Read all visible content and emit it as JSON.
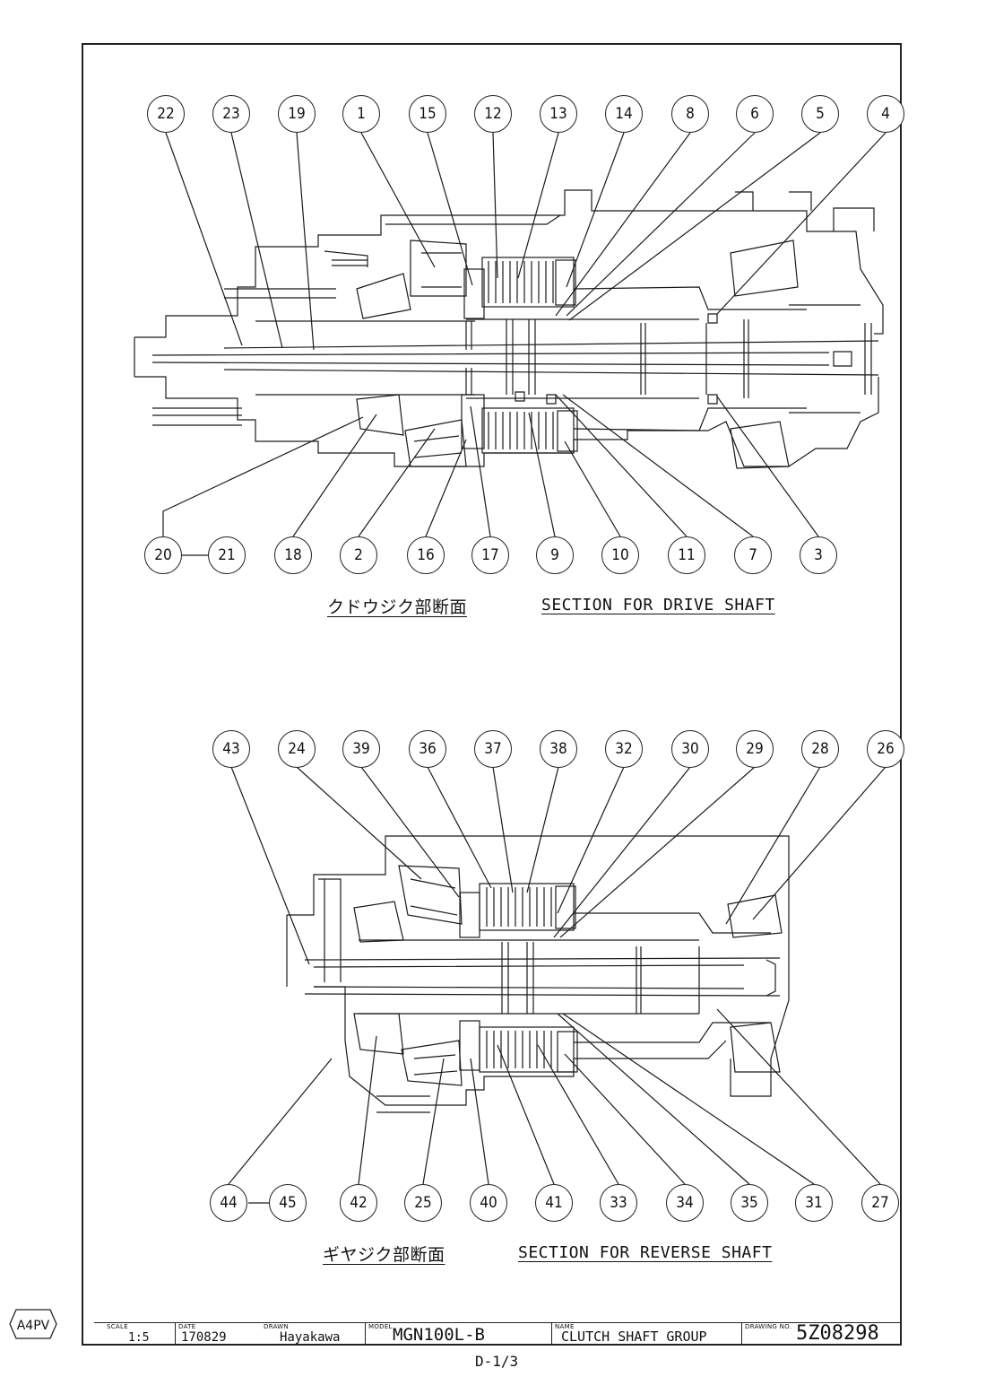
{
  "upper_section": {
    "caption_ja": "クドウジク部断面",
    "caption_en": "SECTION FOR DRIVE SHAFT",
    "balloons_top": [
      "22",
      "23",
      "19",
      "1",
      "15",
      "12",
      "13",
      "14",
      "8",
      "6",
      "5",
      "4"
    ],
    "balloons_bottom": [
      "20",
      "21",
      "18",
      "2",
      "16",
      "17",
      "9",
      "10",
      "11",
      "7",
      "3"
    ]
  },
  "lower_section": {
    "caption_ja": "ギヤジク部断面",
    "caption_en": "SECTION FOR REVERSE SHAFT",
    "balloons_top": [
      "43",
      "24",
      "39",
      "36",
      "37",
      "38",
      "32",
      "30",
      "29",
      "28",
      "26"
    ],
    "balloons_bottom": [
      "44",
      "45",
      "42",
      "25",
      "40",
      "41",
      "33",
      "34",
      "35",
      "31",
      "27"
    ]
  },
  "title_block": {
    "scale_label": "SCALE",
    "scale": "1:5",
    "date_label": "DATE",
    "date": "170829",
    "drawn_label": "DRAWN",
    "drawn": "Hayakawa",
    "model_label": "MODEL",
    "model": "MGN100L-B",
    "name_label": "NAME",
    "name": "CLUTCH SHAFT GROUP",
    "drawing_no_label": "DRAWING NO.",
    "drawing_no": "5Z08298"
  },
  "sheet_number": "D-1/3",
  "paper_size_mark": "A4PV",
  "colors": {
    "ink": "#111111",
    "paper": "#ffffff"
  }
}
